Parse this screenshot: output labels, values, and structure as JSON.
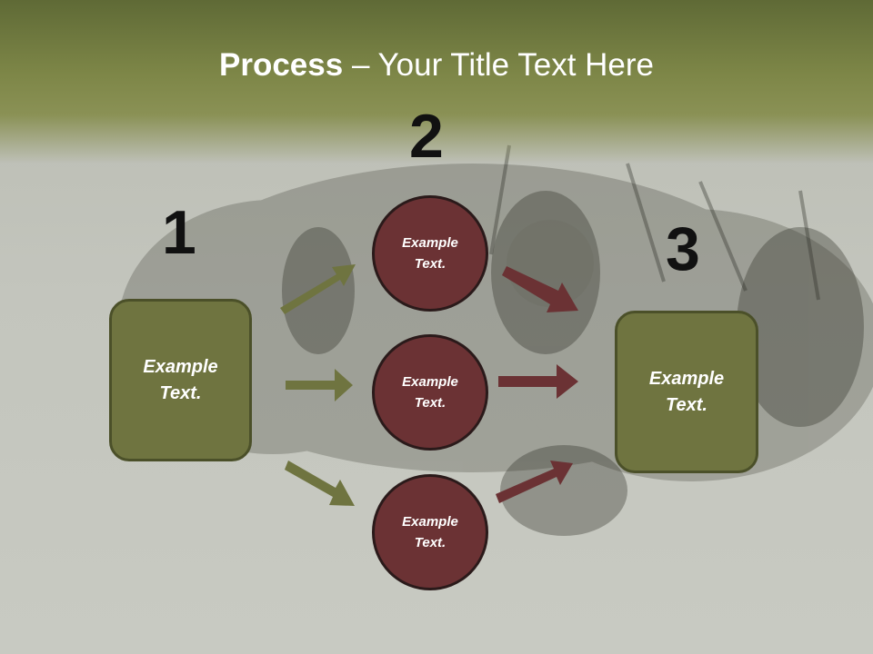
{
  "title": {
    "bold": "Process",
    "rest": " – Your Title Text Here"
  },
  "steps": [
    {
      "number": "1",
      "text": "Example Text."
    },
    {
      "number": "2",
      "nodes": [
        "Example Text.",
        "Example Text.",
        "Example Text."
      ]
    },
    {
      "number": "3",
      "text": "Example Text."
    }
  ],
  "colors": {
    "header": "#7d8647",
    "box_fill": "#6f7440",
    "circle_fill": "#6b3234",
    "arrow_left": "#6f7440",
    "arrow_right": "#6b3234"
  }
}
